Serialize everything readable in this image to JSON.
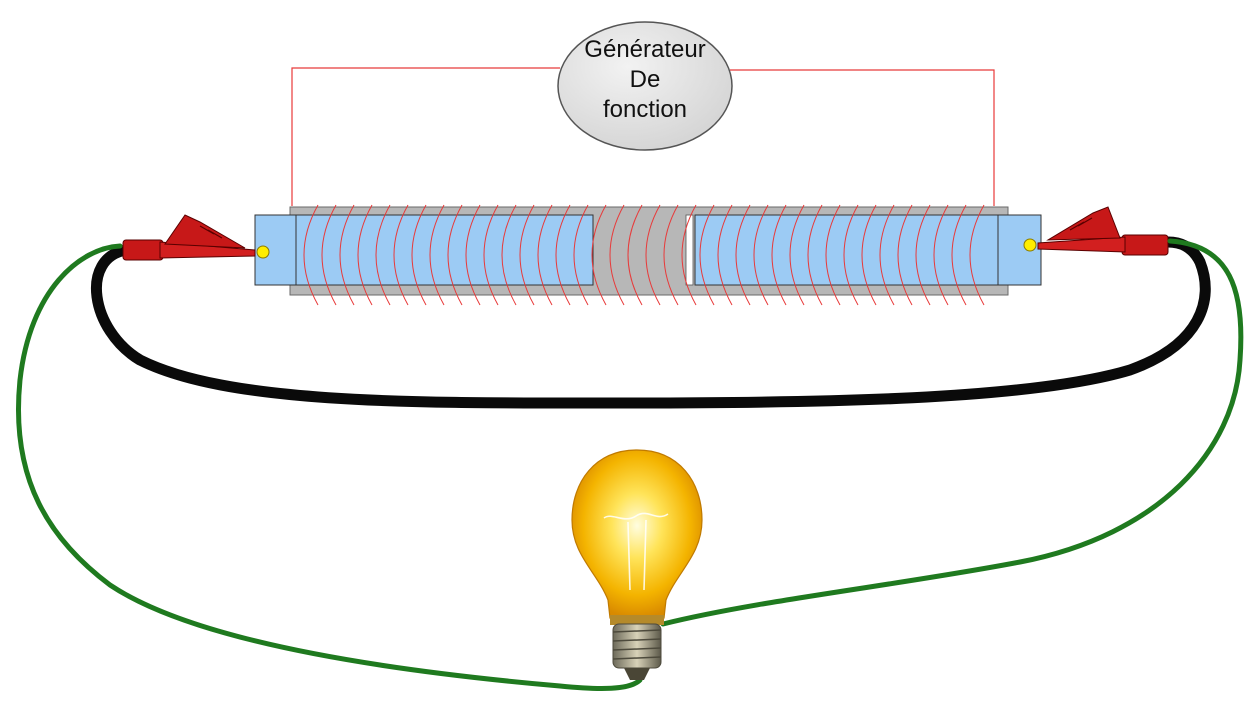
{
  "generator": {
    "label_lines": [
      "Générateur",
      "De",
      "fonction"
    ]
  },
  "colors": {
    "generator_wire": "#e83a3a",
    "coil_wire": "#e83a3a",
    "cylinder_blue": "#9ccbf4",
    "iron_core": "#b7b7b7",
    "green_wire": "#1f7a1f",
    "black_wire": "#0a0a0a",
    "clip_red": "#c71818",
    "terminal_yellow": "#ffee00"
  },
  "icons": {
    "left_clip": "crocodile-clip-icon",
    "right_clip": "crocodile-clip-icon",
    "lamp": "light-bulb-icon"
  }
}
